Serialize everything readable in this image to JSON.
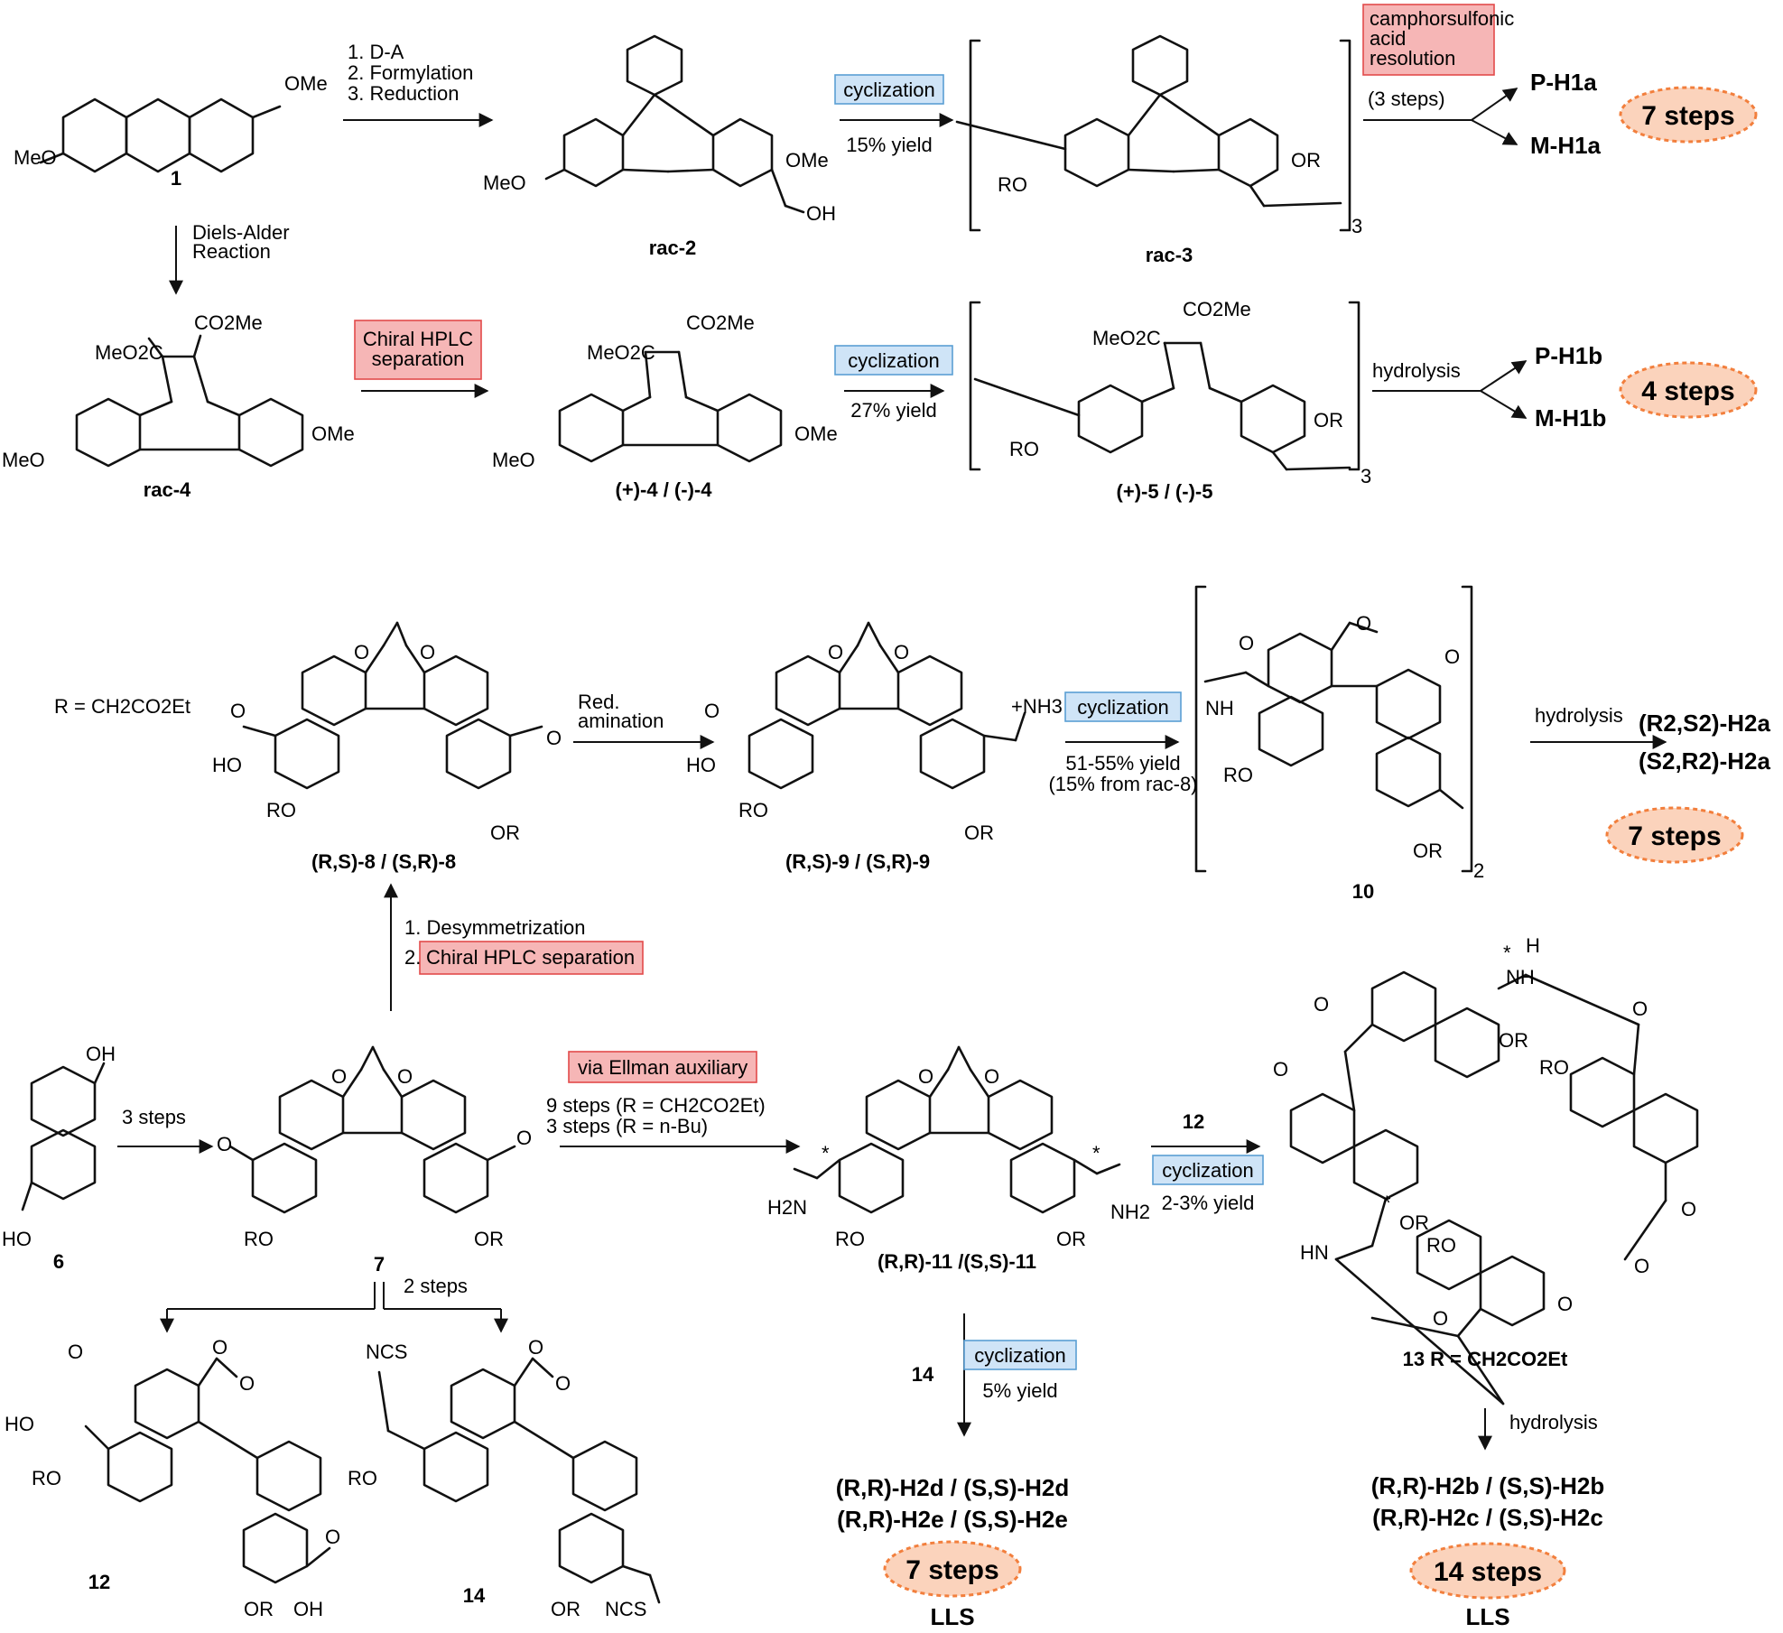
{
  "compounds": {
    "c1": "1",
    "rac2": "rac-2",
    "rac3": "rac-3",
    "rac4": "rac-4",
    "pm4": "(+)-4 / (-)-4",
    "pm5": "(+)-5 / (-)-5",
    "rs8": "(R,S)-8 / (S,R)-8",
    "rs9": "(R,S)-9 / (S,R)-9",
    "c10": "10",
    "c6": "6",
    "c7": "7",
    "rr11": "(R,R)-11 /(S,S)-11",
    "c12": "12",
    "c14": "14",
    "c13": "13 R = CH2CO2Et",
    "reagent12": "12",
    "reagent14": "14"
  },
  "products": {
    "p_h1a": "P-H1a",
    "m_h1a": "M-H1a",
    "p_h1b": "P-H1b",
    "m_h1b": "M-H1b",
    "h2a_1": "(R2,S2)-H2a",
    "h2a_2": "(S2,R2)-H2a",
    "h2d": "(R,R)-H2d / (S,S)-H2d",
    "h2e": "(R,R)-H2e / (S,S)-H2e",
    "h2b": "(R,R)-H2b / (S,S)-H2b",
    "h2c": "(R,R)-H2c / (S,S)-H2c"
  },
  "substituents": {
    "ome": "OMe",
    "meo": "MeO",
    "oh": "OH",
    "ho": "HO",
    "or": "OR",
    "ro": "RO",
    "co2me": "CO2Me",
    "meo2c": "MeO2C",
    "o": "O",
    "nh3": "+NH3",
    "nh2": "NH2",
    "h2n": "H2N",
    "nh": "NH",
    "h": "H",
    "hn": "HN",
    "ncs": "NCS",
    "star": "*",
    "sub3": "3",
    "sub2": "2",
    "r_def": "R = CH2CO2Et"
  },
  "conditions": {
    "da_steps": [
      "1. D-A",
      "2. Formylation",
      "3. Reduction"
    ],
    "diels_alder": [
      "Diels-Alder",
      "Reaction"
    ],
    "camphor": [
      "camphorsulfonic",
      "acid",
      "resolution"
    ],
    "three_steps_paren": "(3 steps)",
    "chiral_hplc": [
      "Chiral HPLC",
      "separation"
    ],
    "cyclization": "cyclization",
    "yield15": "15% yield",
    "yield27": "27% yield",
    "hydrolysis": "hydrolysis",
    "red_amination": [
      "Red.",
      "amination"
    ],
    "yield51": [
      "51-55% yield",
      "(15% from rac-8)"
    ],
    "desym": "1. Desymmetrization",
    "chiral_hplc2_prefix": "2.",
    "chiral_hplc2": "Chiral HPLC separation",
    "three_steps": "3 steps",
    "ellman": "via Ellman auxiliary",
    "nine_steps": "9 steps (R = CH2CO2Et)",
    "three_steps_nbu": "3 steps (R = n-Bu)",
    "two_steps": "2 steps",
    "yield23": "2-3% yield",
    "yield5": "5% yield"
  },
  "step_counts": {
    "s7a": "7 steps",
    "s4": "4 steps",
    "s7b": "7 steps",
    "s7c": "7 steps",
    "s14": "14 steps",
    "lls": "LLS"
  },
  "colors": {
    "pink_box": "#f6b6b6",
    "blue_box": "#cfe4f7",
    "orange_badge": "#fbd3bc",
    "badge_border": "#f27f3d"
  }
}
